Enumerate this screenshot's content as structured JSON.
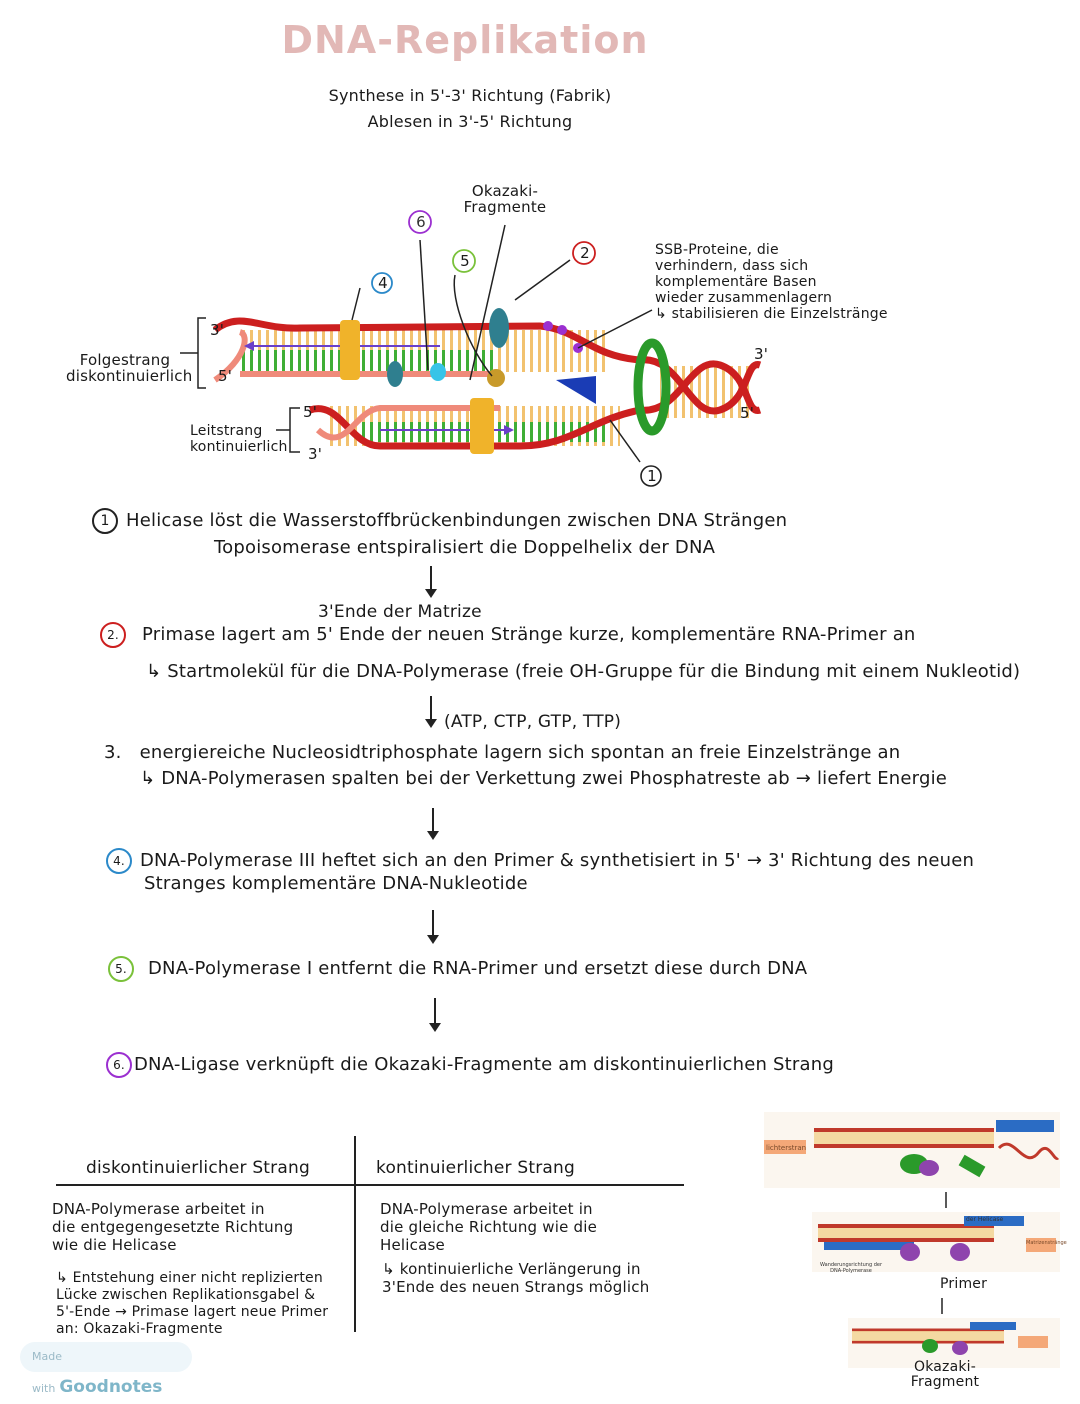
{
  "title": "DNA-Replikation",
  "subtitle": {
    "line1": "Synthese in 5'-3' Richtung (Fabrik)",
    "line2": "Ablesen in 3'-5' Richtung"
  },
  "diagram": {
    "okazaki_label": "Okazaki-\nFragmente",
    "ssb_label": "SSB-Proteine, die\nverhindern, dass sich\nkomplementäre Basen\nwieder zusammenlagern\n↳ stabilisieren die Einzelstränge",
    "folgestrang_label": "Folgestrang\ndiskontinuierlich",
    "leitstrang_label": "Leitstrang\nkontinuierlich",
    "end_3a": "3'",
    "end_5a": "5'",
    "end_5b": "5'",
    "end_3b": "3'",
    "end_3c": "3'",
    "end_5c": "5'",
    "n1": "1",
    "n2": "2",
    "n4": "4",
    "n5": "5",
    "n6": "6",
    "colors": {
      "strand": "#cc1f1f",
      "strand_light": "#ef8a7a",
      "base_green": "#3fae35",
      "base_yellow": "#f2c26f",
      "polymerase": "#f0b32a",
      "helicase": "#2a9a2a",
      "ssb": "#9b2fd0",
      "primase": "#1a3cb5",
      "teal": "#2f7f8f"
    }
  },
  "steps": {
    "s1_num": "1",
    "s1_line1": "Helicase löst die Wasserstoffbrückenbindungen zwischen DNA Strängen",
    "s1_line2": "Topoisomerase entspiralisiert die Doppelhelix der DNA",
    "s2_note": "3'Ende der Matrize",
    "s2_num": "2.",
    "s2_line1": "Primase lagert am 5' Ende der neuen Stränge kurze, komplementäre RNA-Primer an",
    "s2_line2": "↳ Startmolekül für die DNA-Polymerase (freie OH-Gruppe für die Bindung mit einem Nukleotid)",
    "s3_note": "(ATP, CTP, GTP, TTP)",
    "s3_num": "3.",
    "s3_line1": "energiereiche Nucleosidtriphosphate lagern sich spontan an freie Einzelstränge an",
    "s3_line2": "↳ DNA-Polymerasen spalten bei der Verkettung zwei Phosphatreste ab → liefert Energie",
    "s4_num": "4.",
    "s4_line1": "DNA-Polymerase III heftet sich an den Primer & synthetisiert in 5' → 3' Richtung des neuen",
    "s4_line2": "Stranges komplementäre DNA-Nukleotide",
    "s5_num": "5.",
    "s5_line1": "DNA-Polymerase I entfernt die RNA-Primer und ersetzt diese durch DNA",
    "s6_num": "6.",
    "s6_line1": "DNA-Ligase verknüpft die Okazaki-Fragmente am diskontinuierlichen Strang"
  },
  "table": {
    "left_header": "diskontinuierlicher Strang",
    "right_header": "kontinuierlicher Strang",
    "left_text": "DNA-Polymerase arbeitet in\ndie entgegengesetzte Richtung\nwie die Helicase",
    "left_sub": "↳ Entstehung einer nicht replizierten\nLücke zwischen Replikationsgabel &\n5'-Ende → Primase lagert neue Primer\nan: Okazaki-Fragmente",
    "right_text": "DNA-Polymerase arbeitet in\ndie gleiche Richtung wie die\nHelicase",
    "right_sub": "↳ kontinuierliche Verlängerung in\n3'Ende des neuen Strangs möglich"
  },
  "mini": {
    "tag_folgestrang": "lichterstrang",
    "tag_helicase": "der Helicase",
    "tag_matrize": "Matrizenstränge",
    "tag_wander": "Wanderungsrichtung der DNA-Polymerase",
    "primer_label": "Primer",
    "okazaki_label": "Okazaki-\nFragment"
  },
  "badge": {
    "made_with": "Made with",
    "brand": "Goodnotes"
  }
}
